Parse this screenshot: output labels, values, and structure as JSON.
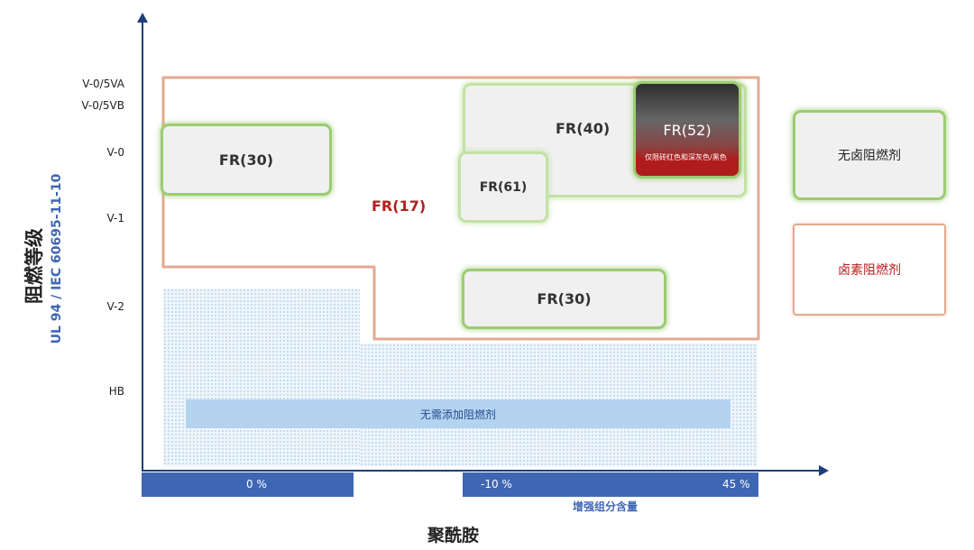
{
  "y_axis": {
    "title": "阻燃等级",
    "subtitle": "UL 94 / IEC 60695-11-10",
    "levels": [
      "V-0/5VA",
      "V-0/5VB",
      "V-0",
      "V-1",
      "V-2",
      "HB"
    ]
  },
  "x_axis": {
    "title": "聚酰胺",
    "ticks": [
      "0 %",
      "-10 %",
      "45 %"
    ],
    "subtitle": "增强组分含量"
  },
  "regions": {
    "halogen_region_label": "FR(17)",
    "no_fr_label": "无需添加阻燃剂"
  },
  "boxes": {
    "fr30_left": "FR(30)",
    "fr40": "FR(40)",
    "fr61": "FR(61)",
    "fr30_bottom": "FR(30)",
    "fr52": "FR(52)",
    "fr52_note": "仅限砖红色和深灰色/黑色"
  },
  "legend": {
    "halogen_free": "无卤阻燃剂",
    "halogen": "卤素阻燃剂"
  },
  "colors": {
    "axis": "#1f3d7a",
    "green_border": "#9ccc72",
    "halogen_border": "#e4a98f",
    "red_text": "#b51d1d",
    "x_bar": "#3f66b3",
    "dotted_fill": "#eef5fb"
  }
}
